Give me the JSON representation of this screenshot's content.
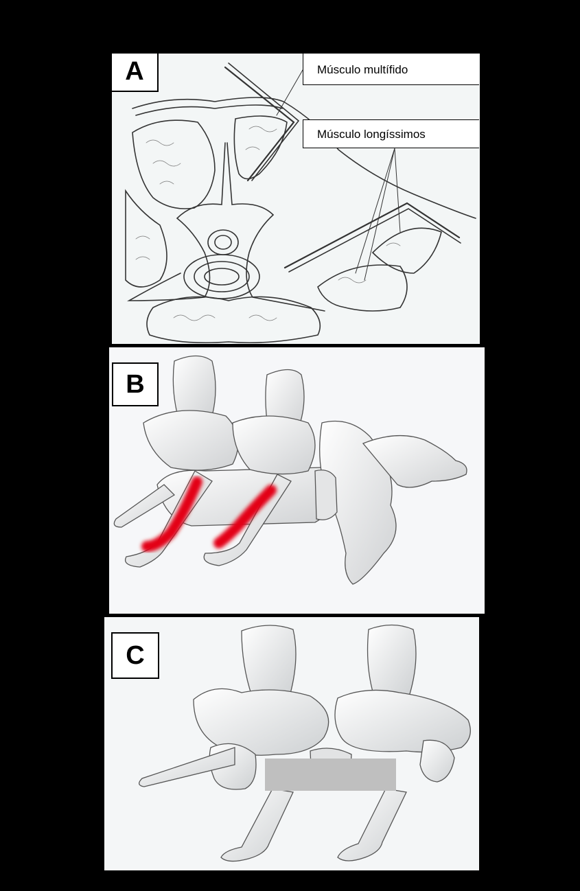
{
  "panels": {
    "a": {
      "letter": "A",
      "labels": {
        "multifido": "Músculo multífido",
        "longissimos": "Músculo longíssimos"
      }
    },
    "b": {
      "letter": "B"
    },
    "c": {
      "letter": "C"
    }
  },
  "colors": {
    "background": "#000000",
    "panel": "#f4f6f6",
    "line": "#222222",
    "highlight": "#e30613",
    "mask": "#bfbfbf"
  }
}
